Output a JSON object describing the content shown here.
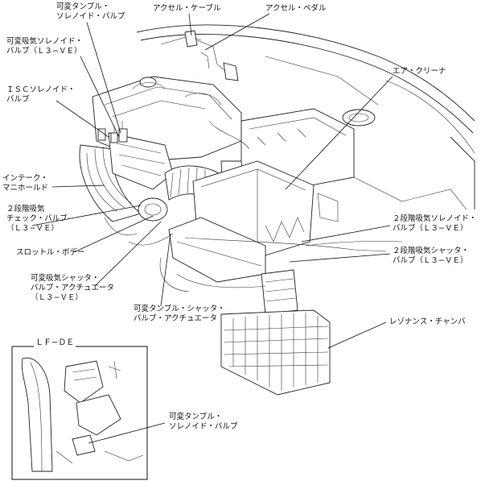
{
  "labels": {
    "var_tumble_solenoid_top": "可変タンブル・\nソレノイド・バルブ",
    "accel_cable": "アクセル・ケーブル",
    "accel_pedal": "アクセル・ペダル",
    "var_intake_solenoid": "可変吸気ソレノイド・\nバルブ（Ｌ３−ＶＥ）",
    "isc_solenoid": "ＩＳＣソレノイド・\nバルブ",
    "air_cleaner": "エア・クリーナ",
    "intake_manifold": "インテーク・\nマニホールド",
    "check_valve": "２段階吸気\nチェック・バルブ\n（Ｌ３−ＶＥ）",
    "two_stage_solenoid": "２段階吸気ソレノイド・\nバルブ（Ｌ３−ＶＥ）",
    "throttle_body": "スロットル・ボデー",
    "two_stage_shutter": "２段階吸気シャッタ・\nバルブ（Ｌ３−ＶＥ）",
    "var_intake_shutter_actuator": "可変吸気シャッタ・\nバルブ・アクチュエータ\n（Ｌ３−ＶＥ）",
    "var_tumble_shutter_actuator": "可変タンブル・シャッタ・\nバルブ・アクチュエータ",
    "resonance_chamber": "レゾナンス・チャンバ",
    "inset_title": "ＬＦ−ＤＥ",
    "var_tumble_solenoid_inset": "可変タンブル・\nソレノイド・バルブ"
  }
}
